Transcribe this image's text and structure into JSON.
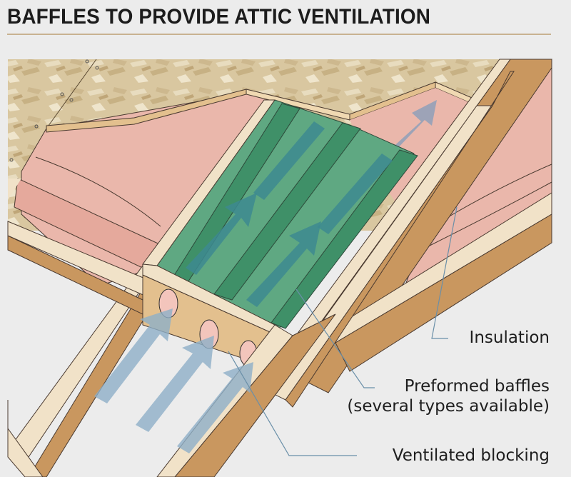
{
  "title": "BAFFLES TO PROVIDE ATTIC VENTILATION",
  "callouts": {
    "insulation": "Insulation",
    "baffles_line1": "Preformed baffles",
    "baffles_line2": "(several types available)",
    "blocking": "Ventilated blocking"
  },
  "colors": {
    "background": "#ececec",
    "title_rule": "#c9b291",
    "osb_sheathing": "#d9c7a0",
    "insulation_pink": "#e9b3a8",
    "rafter_wood": "#c9975f",
    "rafter_edge": "#f1e2c8",
    "baffle_green": "#5fa882",
    "baffle_rib": "#3f9068",
    "airflow_arrow": "#8fb0c8",
    "leader_line": "#6a8fa8"
  },
  "diagram": {
    "components": [
      "roof sheathing (OSB)",
      "rafters",
      "fiberglass insulation",
      "preformed baffles",
      "ventilated blocking",
      "airflow arrows"
    ]
  }
}
